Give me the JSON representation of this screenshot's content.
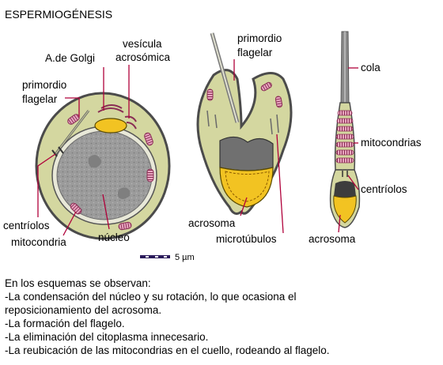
{
  "title": "ESPERMIOGÉNESIS",
  "labels": {
    "golgi": "A.de Golgi",
    "vesicula_1": "vesícula",
    "vesicula_2": "acrosómica",
    "primordio_1": "primordio",
    "primordio_2": "flagelar",
    "centriolos": "centríolos",
    "mitocondria": "mitocondria",
    "nucleo": "núcleo",
    "primordio_mid_1": "primordio",
    "primordio_mid_2": "flagelar",
    "acrosoma_mid": "acrosoma",
    "microtubulos": "microtúbulos",
    "cola": "cola",
    "mitocondrias": "mitocondrias",
    "centriolos_right": "centríolos",
    "acrosoma_right": "acrosoma"
  },
  "scale_bar": {
    "label": "5 µm"
  },
  "caption": [
    "En los esquemas se observan:",
    "-La condensación del núcleo y su rotación, lo que ocasiona el",
    "reposicionamiento del acrosoma.",
    "-La formación del flagelo.",
    "-La eliminación del citoplasma innecesario.",
    "-La reubicación de las mitocondrias en el cuello, rodeando al flagelo."
  ],
  "colors": {
    "cytoplasm": "#d4d7a0",
    "cell_outline": "#4b4b4b",
    "nucleus": "#9b9b9b",
    "condensed_nucleus": "#707070",
    "acrosome": "#f2c322",
    "mitochondria": "#e9a6c0",
    "leader_lines": "#b0003a"
  }
}
